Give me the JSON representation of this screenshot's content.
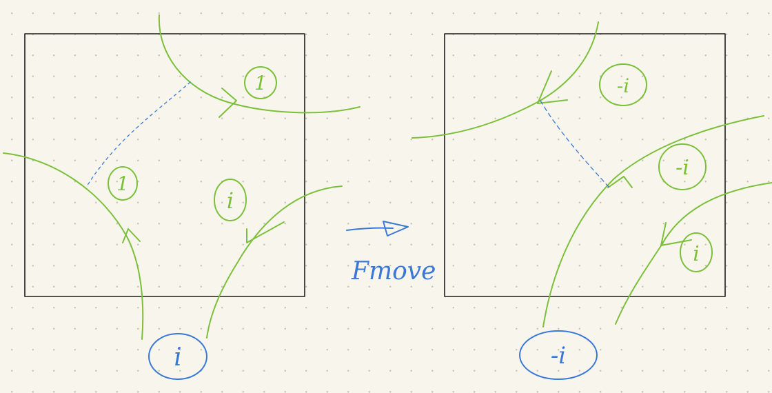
{
  "colors": {
    "background": "#f8f6ec",
    "dot_grid": "#c9c6b8",
    "frame": "#1a1a1a",
    "strand_green": "#7cbf3a",
    "ink_blue": "#3a78d8"
  },
  "left_panel": {
    "label_top_right": "1",
    "label_middle_left": "1",
    "label_middle_right": "i",
    "label_bottom_blue": "i"
  },
  "right_panel": {
    "label_top": "-i",
    "label_middle": "-i",
    "label_lower": "i",
    "label_bottom_blue": "-i"
  },
  "transition": {
    "arrow_label": "Fmove"
  }
}
